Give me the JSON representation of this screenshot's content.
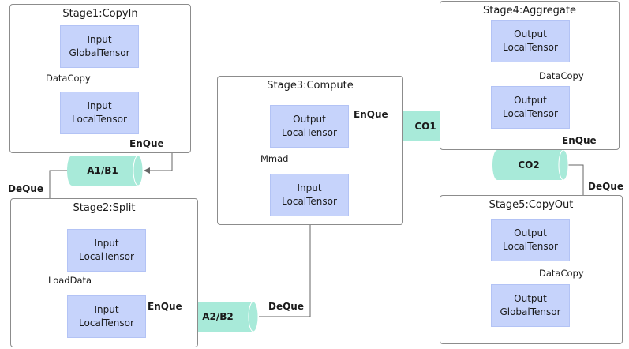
{
  "colors": {
    "node_fill": "#c6d3fb",
    "queue_fill": "#a8ead9",
    "line": "#666666"
  },
  "stages": {
    "s1": "Stage1:CopyIn",
    "s2": "Stage2:Split",
    "s3": "Stage3:Compute",
    "s4": "Stage4:Aggregate",
    "s5": "Stage5:CopyOut"
  },
  "nodes": {
    "s1_global": {
      "line1": "Input",
      "line2": "GlobalTensor"
    },
    "s1_local": {
      "line1": "Input",
      "line2": "LocalTensor"
    },
    "s2_local_a": {
      "line1": "Input",
      "line2": "LocalTensor"
    },
    "s2_local_b": {
      "line1": "Input",
      "line2": "LocalTensor"
    },
    "s3_input": {
      "line1": "Input",
      "line2": "LocalTensor"
    },
    "s3_output": {
      "line1": "Output",
      "line2": "LocalTensor"
    },
    "s4_out_a": {
      "line1": "Output",
      "line2": "LocalTensor"
    },
    "s4_out_b": {
      "line1": "Output",
      "line2": "LocalTensor"
    },
    "s5_local": {
      "line1": "Output",
      "line2": "LocalTensor"
    },
    "s5_global": {
      "line1": "Output",
      "line2": "GlobalTensor"
    }
  },
  "queues": {
    "a1b1": "A1/B1",
    "a2b2": "A2/B2",
    "co1": "CO1",
    "co2": "CO2"
  },
  "labels": {
    "datacopy": "DataCopy",
    "enque": "EnQue",
    "deque": "DeQue",
    "loaddata": "LoadData",
    "mmad": "Mmad"
  }
}
